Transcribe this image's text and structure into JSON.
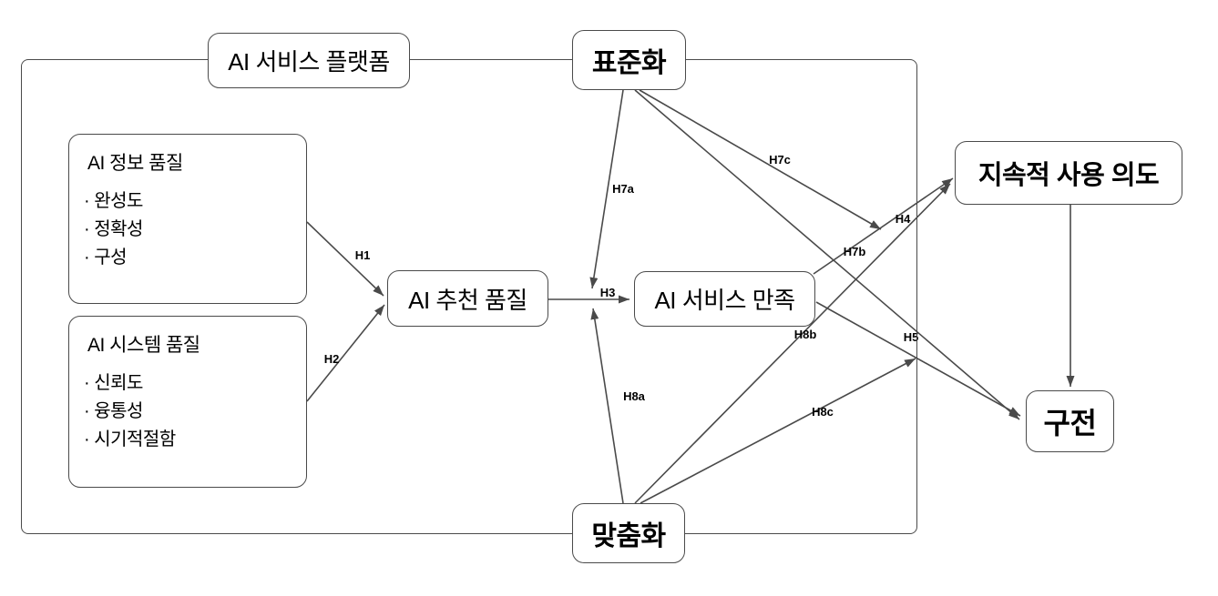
{
  "diagram": {
    "platform_label": "AI 서비스 플랫폼",
    "nodes": {
      "standardization": "표준화",
      "customization": "맞춤화",
      "info_quality": {
        "title": "AI 정보 품질",
        "items": [
          "완성도",
          "정확성",
          "구성"
        ]
      },
      "system_quality": {
        "title": "AI 시스템 품질",
        "items": [
          "신뢰도",
          "융통성",
          "시기적절함"
        ]
      },
      "recommendation_quality": "AI 추천 품질",
      "service_satisfaction": "AI 서비스 만족",
      "continuous_use_intention": "지속적 사용 의도",
      "word_of_mouth": "구전"
    },
    "hypotheses": {
      "h1": "H1",
      "h2": "H2",
      "h3": "H3",
      "h4": "H4",
      "h5": "H5",
      "h7a": "H7a",
      "h7b": "H7b",
      "h7c": "H7c",
      "h8a": "H8a",
      "h8b": "H8b",
      "h8c": "H8c"
    },
    "colors": {
      "stroke": "#4a4a4a",
      "text": "#000000",
      "background": "#ffffff"
    }
  }
}
